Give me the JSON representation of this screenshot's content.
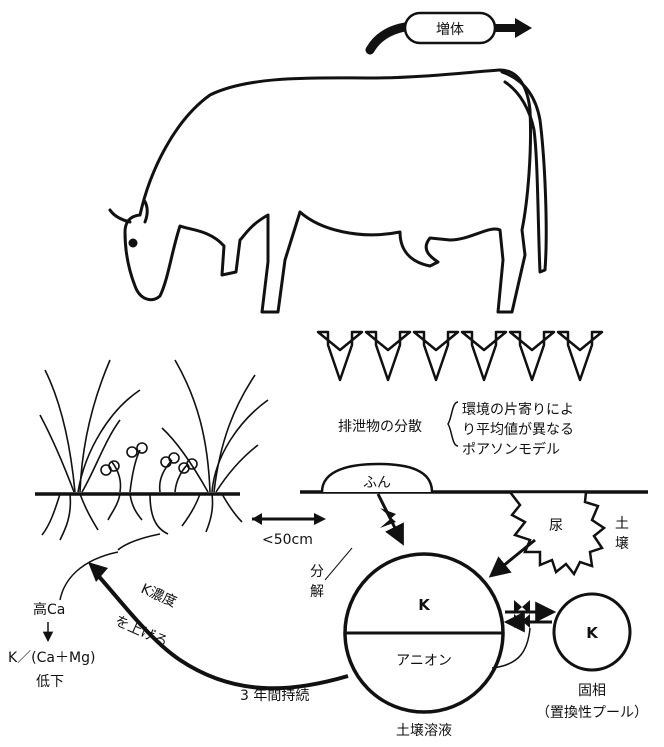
{
  "increase": "増体",
  "excretion": {
    "title": "排泄物の分散",
    "note_lines": [
      "環境の片寄りによ",
      "り平均値が異なる",
      "ポアソンモデル"
    ]
  },
  "dung": "ふん",
  "urine": "尿",
  "soil_vertical": [
    "土",
    "壌"
  ],
  "distance": "<50cm",
  "decomposition": [
    "分",
    "解"
  ],
  "k_concentration": "K濃度",
  "raise": "を上げる",
  "duration": "3 年間持続",
  "high_ca": "高Ca",
  "k_ratio": "K／(Ca＋Mg)",
  "decline": "低下",
  "solution": {
    "k": "K",
    "anion": "アニオン",
    "caption": "土壌溶液"
  },
  "solid_phase": {
    "k": "K",
    "caption_line1": "固相",
    "caption_line2": "（置換性プール）"
  }
}
